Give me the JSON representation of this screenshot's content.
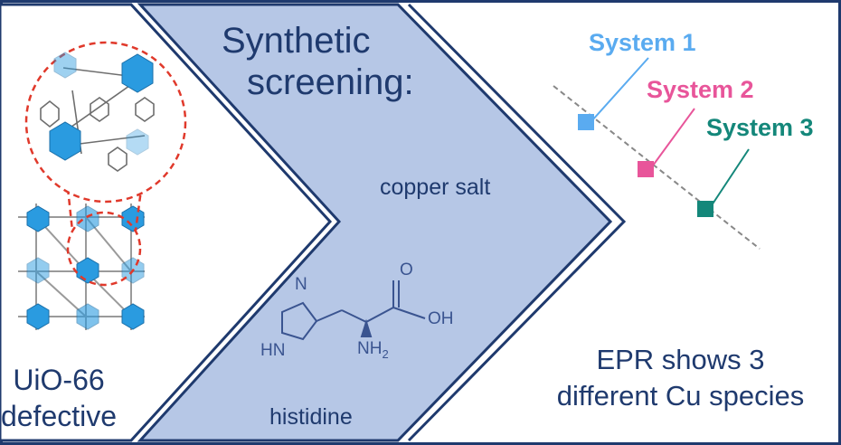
{
  "step_1": {
    "label_line_1": "UiO-66",
    "label_line_2": "defective"
  },
  "step_2": {
    "title_line_1": "Synthetic",
    "title_line_2": "screening:",
    "reagent_1": "copper salt",
    "reagent_2": "histidine",
    "molecule": {
      "o": "O",
      "oh": "OH",
      "hn": "HN",
      "nh2": "NH",
      "nh2_sub": "2",
      "n": "N"
    }
  },
  "step_3": {
    "systems": [
      {
        "label": "System 1",
        "color": "#5aabf0"
      },
      {
        "label": "System 2",
        "color": "#e8559a"
      },
      {
        "label": "System 3",
        "color": "#14877a"
      }
    ],
    "result_line_1": "EPR shows 3",
    "result_line_2": "different Cu species"
  },
  "colors": {
    "border": "#1f3a6e",
    "chevron_fill": "#b6c7e6",
    "mof_blue": "#2a9be0",
    "dashed_red": "#e0392b"
  }
}
